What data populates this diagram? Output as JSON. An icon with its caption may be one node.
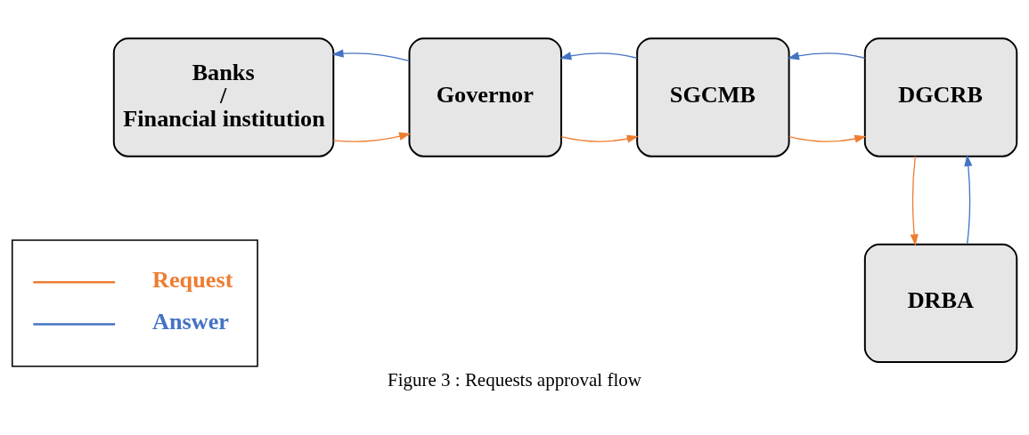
{
  "diagram": {
    "caption": "Figure 3 : Requests approval flow",
    "nodes": [
      {
        "text": [
          "Banks / Financial institution"
        ]
      },
      {
        "text": [
          "Governor"
        ]
      },
      {
        "text": [
          "SGCMB"
        ]
      },
      {
        "text": [
          "DGCRB"
        ]
      },
      {
        "text": [
          "DRBA"
        ]
      }
    ],
    "edges": [
      {
        "from": 0,
        "to": 1,
        "arrow": "to",
        "color": "#ed7d31"
      },
      {
        "from": 1,
        "to": 0,
        "arrow": "to",
        "color": "#4472c4"
      },
      {
        "from": 1,
        "to": 2,
        "arrow": "to",
        "color": "#ed7d31"
      },
      {
        "from": 2,
        "to": 1,
        "arrow": "to",
        "color": "#4472c4"
      },
      {
        "from": 2,
        "to": 3,
        "arrow": "to",
        "color": "#ed7d31"
      },
      {
        "from": 3,
        "to": 2,
        "arrow": "to",
        "color": "#4472c4"
      },
      {
        "from": 3,
        "to": 4,
        "arrow": "to",
        "color": "#ed7d31"
      },
      {
        "from": 4,
        "to": 3,
        "arrow": "to",
        "color": "#4472c4"
      }
    ],
    "legend": [
      {
        "text": "Request"
      },
      {
        "text": "Answer"
      }
    ]
  }
}
